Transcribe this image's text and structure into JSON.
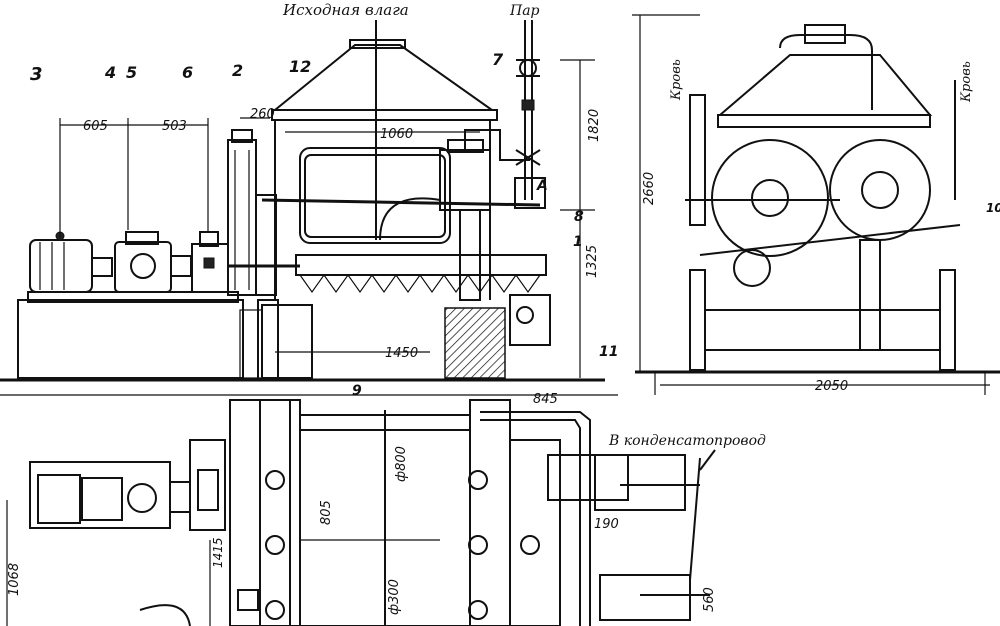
{
  "labels": {
    "top_center": "Исходная влага",
    "steam": "Пар",
    "blood_left": "Кровь",
    "blood_right": "Кровь",
    "condensate": "В конденсатопровод"
  },
  "callouts": {
    "n3": "3",
    "n4": "4",
    "n5": "5",
    "n6": "6",
    "n2": "2",
    "n12": "12",
    "n7": "7",
    "nA": "А",
    "n8": "8",
    "n1": "1",
    "n11": "11",
    "n9": "9",
    "n10": "10"
  },
  "dimensions": {
    "d605": "605",
    "d503": "503",
    "d260": "260",
    "d1060": "1060",
    "d1820": "1820",
    "d1325": "1325",
    "d1450": "1450",
    "d2660": "2660",
    "d2050": "2050",
    "d845": "845",
    "d800": "ф800",
    "d805": "805",
    "d1415": "1415",
    "d1068": "1068",
    "d300": "ф300",
    "d190": "190",
    "d560": "560"
  }
}
